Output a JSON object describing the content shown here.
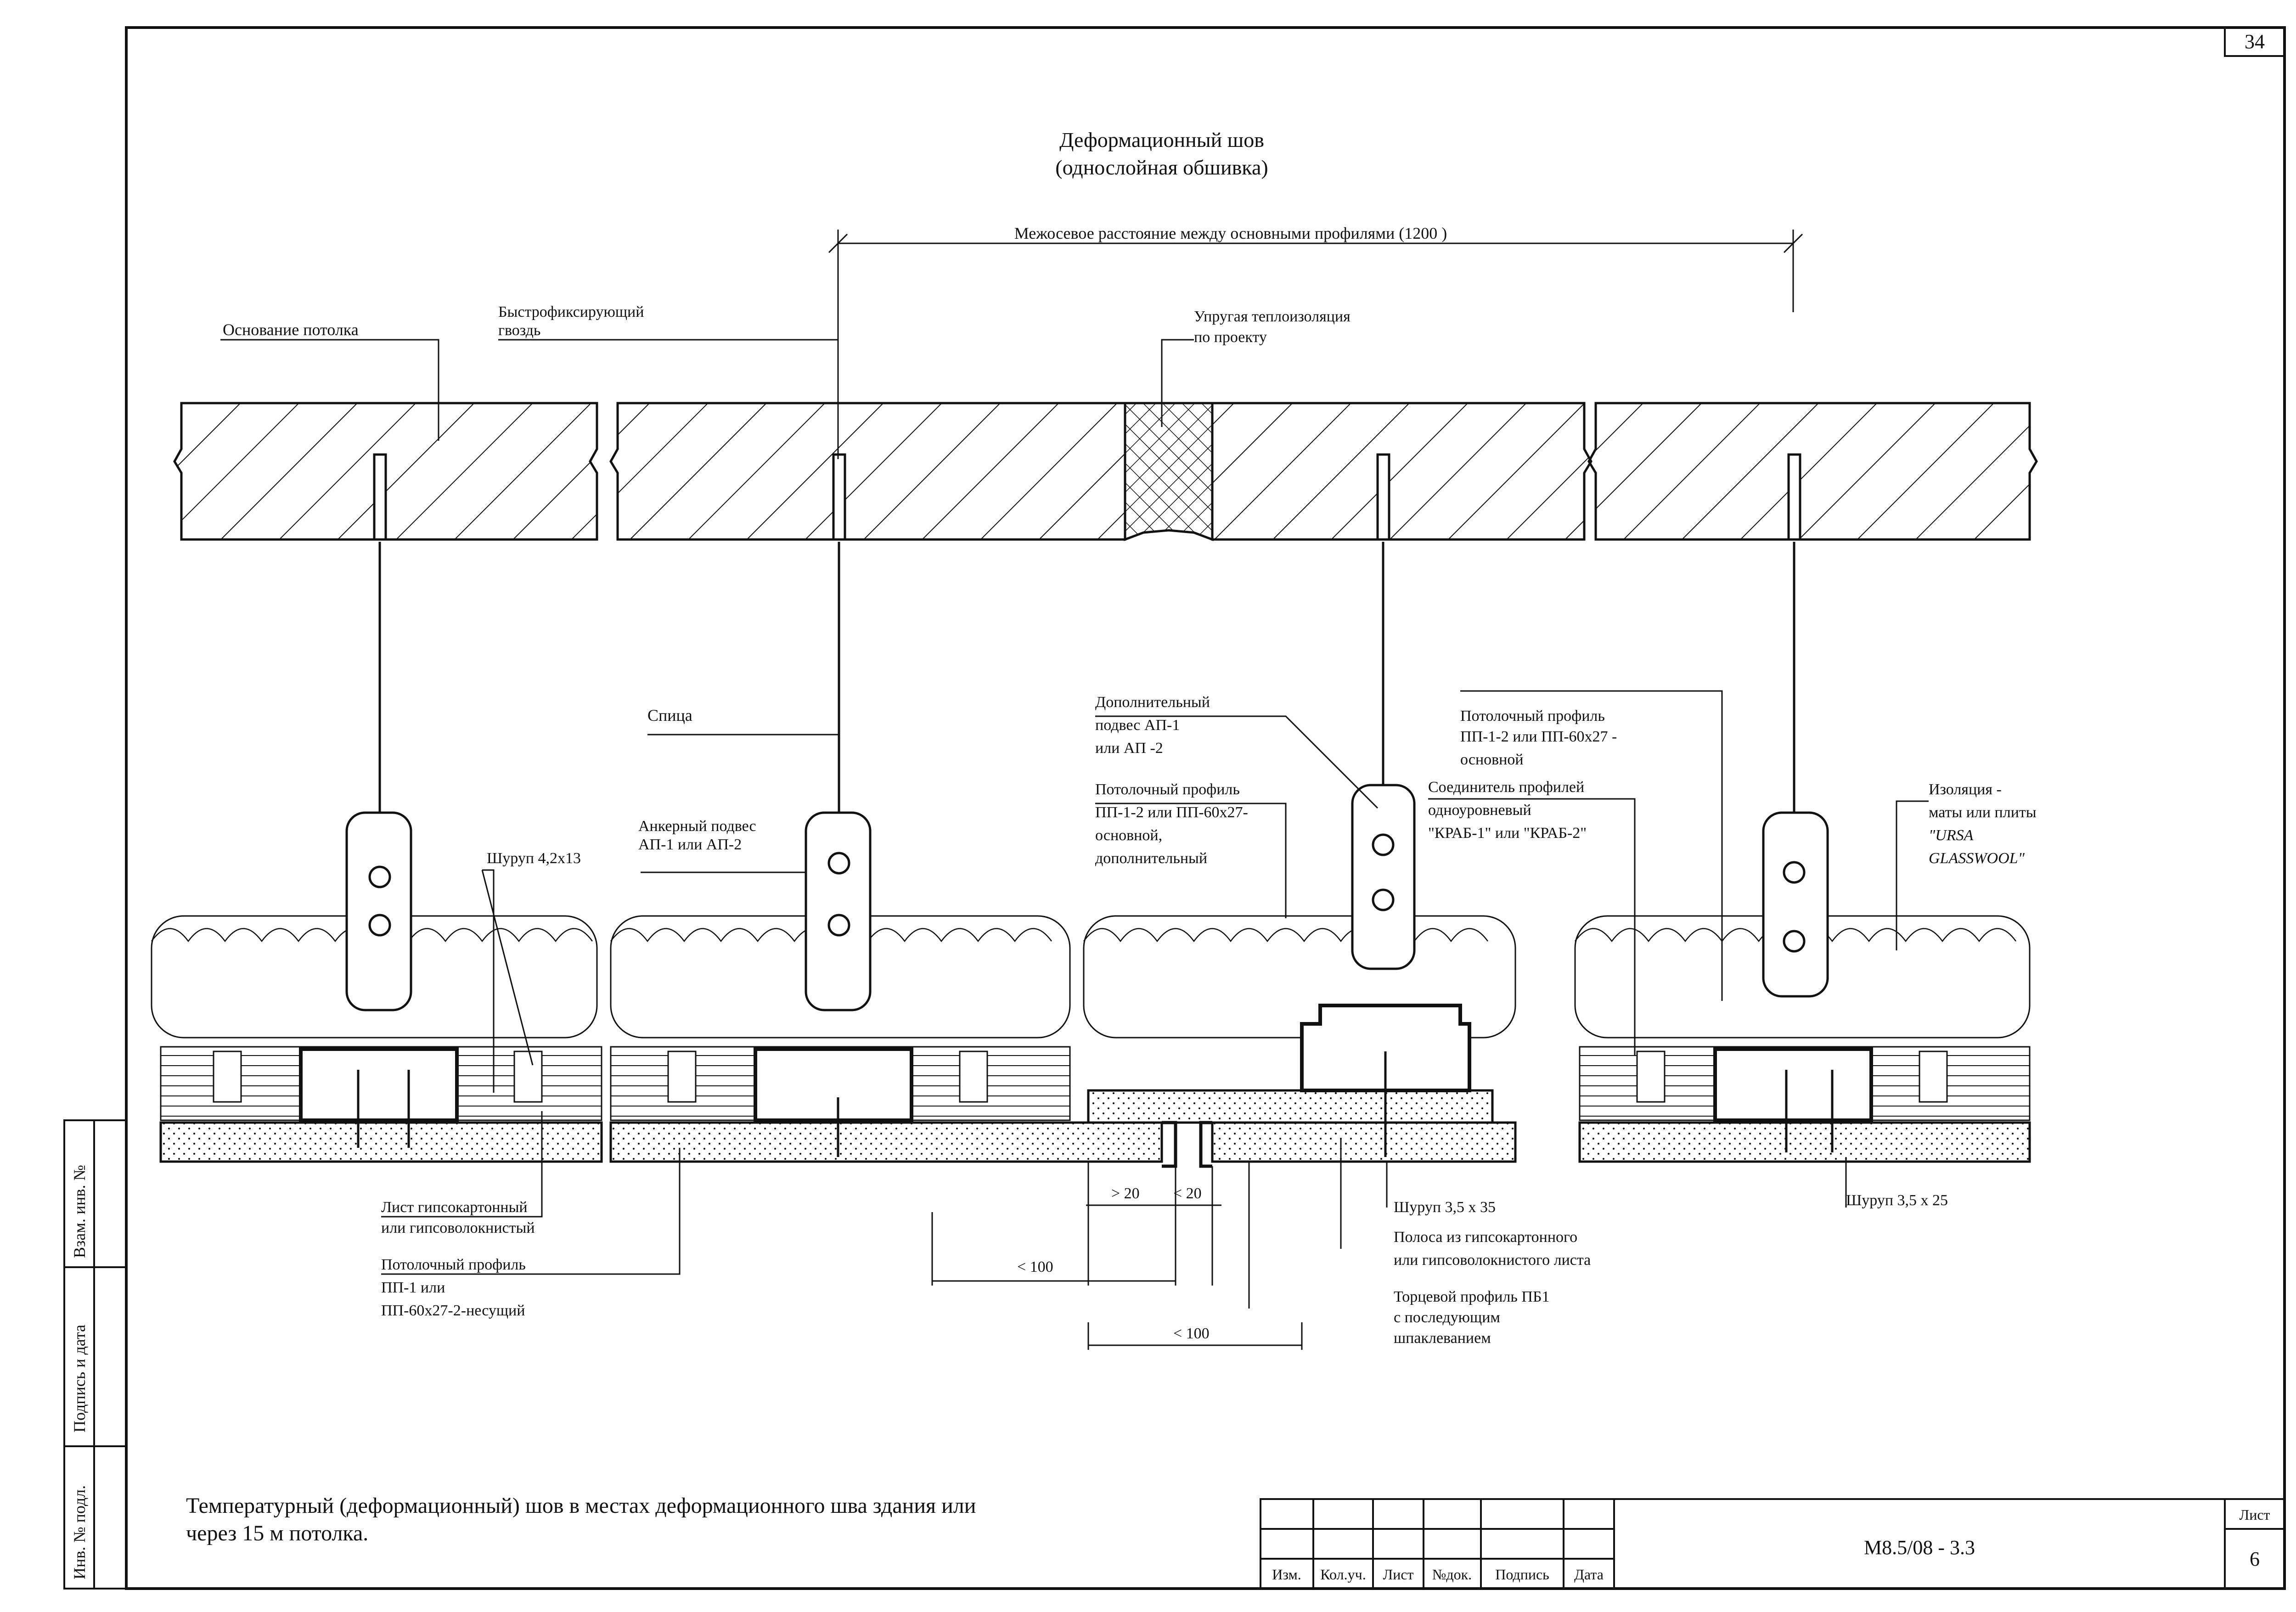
{
  "sheet": {
    "corner_number": "34",
    "title_line1": "Деформационный шов",
    "title_line2": "(однослойная обшивка)",
    "dimension_top": "Межосевое расстояние между основными профилями (1200 )",
    "bottom_note_line1": "Температурный (деформационный) шов  в местах  деформационного шва здания или",
    "bottom_note_line2": "через 15 м потолка."
  },
  "labels": {
    "ceiling_base": "Основание потолка",
    "quick_nail_1": "Быстрофиксирующий",
    "quick_nail_2": "гвоздь",
    "elastic_insul_1": "Упругая теплоизоляция",
    "elastic_insul_2": "по проекту",
    "rod": "Спица",
    "anchor_1": "Анкерный подвес",
    "anchor_2": "АП-1 или АП-2",
    "screw_42": "Шуруп 4,2х13",
    "extra_hanger_1": "Дополнительный",
    "extra_hanger_2": "подвес АП-1",
    "extra_hanger_3": "или АП -2",
    "ceil_profile_main_1": "Потолочный профиль",
    "ceil_profile_main_2": "ПП-1-2 или ПП-60х27-",
    "ceil_profile_main_3": "основной,",
    "ceil_profile_main_4": "дополнительный",
    "ceil_profile_right_1": "Потолочный профиль",
    "ceil_profile_right_2": "ПП-1-2 или ПП-60х27 -",
    "ceil_profile_right_3": "основной",
    "connector_1": "Соединитель профилей",
    "connector_2": "одноуровневый",
    "connector_3": "\"КРАБ-1\" или \"КРАБ-2\"",
    "insulation_1": "Изоляция -",
    "insulation_2": "маты или плиты",
    "insulation_3": "\"URSA",
    "insulation_4": "GLASSWOOL\"",
    "gypsum_sheet_1": "Лист гипсокартонный",
    "gypsum_sheet_2": "или гипсоволокнистый",
    "carrier_profile_1": "Потолочный профиль",
    "carrier_profile_2": "ПП-1 или",
    "carrier_profile_3": "ПП-60х27-2-несущий",
    "screw_35_35": "Шуруп 3,5 х 35",
    "strip_1": "Полоса из гипсокартонного",
    "strip_2": "или гипсоволокнистого листа",
    "end_profile_1": "Торцевой профиль ПБ1",
    "end_profile_2": "с последующим",
    "end_profile_3": "шпаклеванием",
    "screw_35_25": "Шуруп 3,5 х 25",
    "dim_gt20": "> 20",
    "dim_lt20": "< 20",
    "dim_lt100_a": "< 100",
    "dim_lt100_b": "< 100"
  },
  "side_stamp": {
    "inv_orig": "Инв. № подл.",
    "sign_date": "Подпись и дата",
    "inv_replace": "Взам. инв. №"
  },
  "title_block": {
    "col_izm": "Изм.",
    "col_kol": "Кол.уч.",
    "col_list": "Лист",
    "col_ndok": "№док.",
    "col_sign": "Подпись",
    "col_date": "Дата",
    "doc_code": "М8.5/08 - 3.3",
    "sheet_label": "Лист",
    "sheet_number": "6"
  },
  "colors": {
    "ink": "#111111",
    "paper": "#ffffff"
  }
}
